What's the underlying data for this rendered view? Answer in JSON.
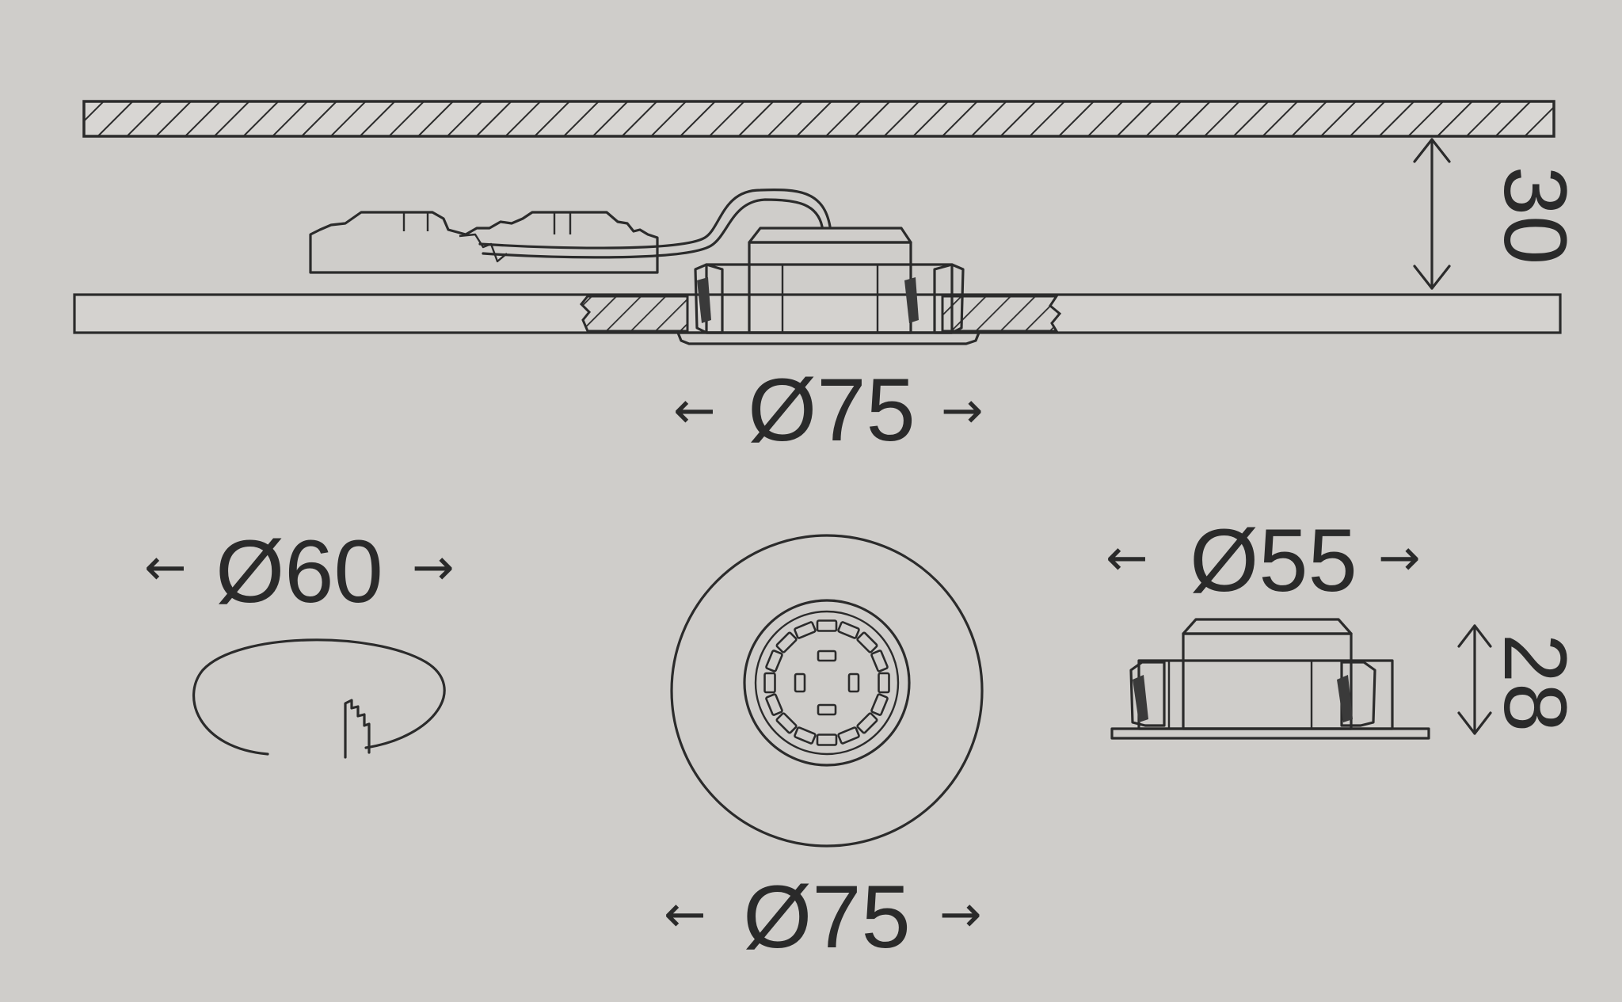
{
  "dimensions": {
    "ceiling_clearance": "30",
    "cutout_top": "Ø75",
    "hole_cutout": "Ø60",
    "trim_front": "Ø75",
    "body_diameter": "Ø55",
    "body_height": "28"
  },
  "arrows": {
    "left": "←",
    "right": "→"
  },
  "colors": {
    "background": "#cfcdca",
    "line": "#2b2b2b"
  }
}
